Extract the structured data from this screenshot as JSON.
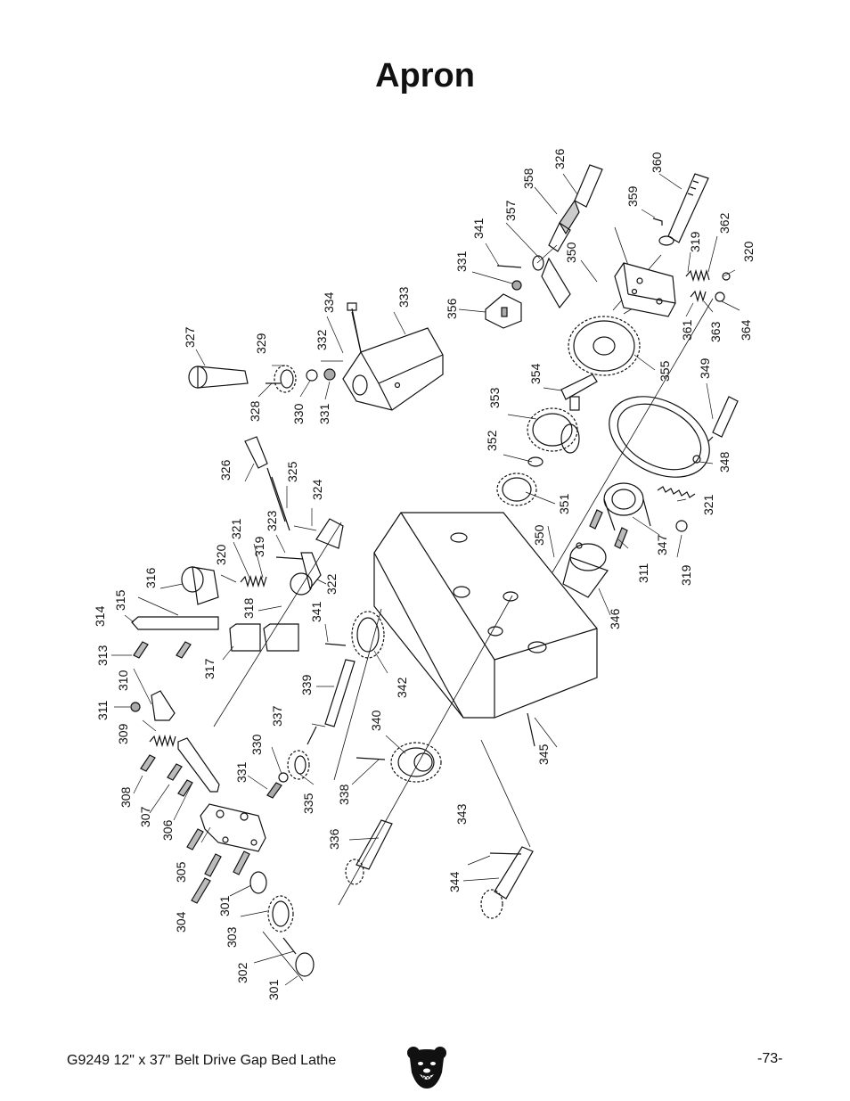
{
  "page": {
    "title": "Apron",
    "footer_left": "G9249  12\" x 37\" Belt Drive Gap Bed Lathe",
    "footer_right": "-73-",
    "logo_icon": "bear-head-logo-icon"
  },
  "parts": [
    {
      "id": "p301a",
      "label": "301"
    },
    {
      "id": "p301b",
      "label": "301"
    },
    {
      "id": "p302",
      "label": "302"
    },
    {
      "id": "p303",
      "label": "303"
    },
    {
      "id": "p304",
      "label": "304"
    },
    {
      "id": "p305",
      "label": "305"
    },
    {
      "id": "p306",
      "label": "306"
    },
    {
      "id": "p307",
      "label": "307"
    },
    {
      "id": "p308",
      "label": "308"
    },
    {
      "id": "p309",
      "label": "309"
    },
    {
      "id": "p310",
      "label": "310"
    },
    {
      "id": "p311a",
      "label": "311"
    },
    {
      "id": "p311b",
      "label": "311"
    },
    {
      "id": "p313",
      "label": "313"
    },
    {
      "id": "p314",
      "label": "314"
    },
    {
      "id": "p315",
      "label": "315"
    },
    {
      "id": "p316",
      "label": "316"
    },
    {
      "id": "p317",
      "label": "317"
    },
    {
      "id": "p318",
      "label": "318"
    },
    {
      "id": "p319a",
      "label": "319"
    },
    {
      "id": "p319b",
      "label": "319"
    },
    {
      "id": "p319c",
      "label": "319"
    },
    {
      "id": "p320a",
      "label": "320"
    },
    {
      "id": "p320b",
      "label": "320"
    },
    {
      "id": "p321a",
      "label": "321"
    },
    {
      "id": "p321b",
      "label": "321"
    },
    {
      "id": "p322",
      "label": "322"
    },
    {
      "id": "p323",
      "label": "323"
    },
    {
      "id": "p324",
      "label": "324"
    },
    {
      "id": "p325",
      "label": "325"
    },
    {
      "id": "p326a",
      "label": "326"
    },
    {
      "id": "p326b",
      "label": "326"
    },
    {
      "id": "p327",
      "label": "327"
    },
    {
      "id": "p328",
      "label": "328"
    },
    {
      "id": "p329",
      "label": "329"
    },
    {
      "id": "p330a",
      "label": "330"
    },
    {
      "id": "p330b",
      "label": "330"
    },
    {
      "id": "p331a",
      "label": "331"
    },
    {
      "id": "p331b",
      "label": "331"
    },
    {
      "id": "p331c",
      "label": "331"
    },
    {
      "id": "p332",
      "label": "332"
    },
    {
      "id": "p333",
      "label": "333"
    },
    {
      "id": "p334",
      "label": "334"
    },
    {
      "id": "p335",
      "label": "335"
    },
    {
      "id": "p336",
      "label": "336"
    },
    {
      "id": "p337",
      "label": "337"
    },
    {
      "id": "p338",
      "label": "338"
    },
    {
      "id": "p339",
      "label": "339"
    },
    {
      "id": "p340",
      "label": "340"
    },
    {
      "id": "p341a",
      "label": "341"
    },
    {
      "id": "p341b",
      "label": "341"
    },
    {
      "id": "p342",
      "label": "342"
    },
    {
      "id": "p343",
      "label": "343"
    },
    {
      "id": "p344",
      "label": "344"
    },
    {
      "id": "p345",
      "label": "345"
    },
    {
      "id": "p346",
      "label": "346"
    },
    {
      "id": "p347",
      "label": "347"
    },
    {
      "id": "p348",
      "label": "348"
    },
    {
      "id": "p349",
      "label": "349"
    },
    {
      "id": "p350a",
      "label": "350"
    },
    {
      "id": "p350b",
      "label": "350"
    },
    {
      "id": "p351",
      "label": "351"
    },
    {
      "id": "p352",
      "label": "352"
    },
    {
      "id": "p353",
      "label": "353"
    },
    {
      "id": "p354",
      "label": "354"
    },
    {
      "id": "p355",
      "label": "355"
    },
    {
      "id": "p356",
      "label": "356"
    },
    {
      "id": "p357",
      "label": "357"
    },
    {
      "id": "p358",
      "label": "358"
    },
    {
      "id": "p359",
      "label": "359"
    },
    {
      "id": "p360",
      "label": "360"
    },
    {
      "id": "p361",
      "label": "361"
    },
    {
      "id": "p362",
      "label": "362"
    },
    {
      "id": "p363",
      "label": "363"
    },
    {
      "id": "p364",
      "label": "364"
    }
  ]
}
